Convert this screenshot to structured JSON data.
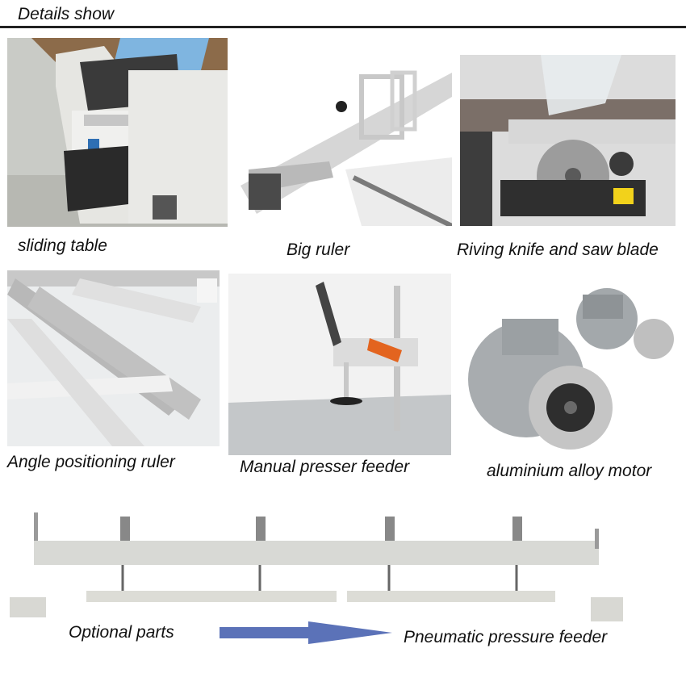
{
  "header": {
    "title": "Details show"
  },
  "captions": {
    "sliding_table": "sliding table",
    "big_ruler": "Big ruler",
    "riving_knife": "Riving knife and saw blade",
    "angle_ruler": "Angle positioning ruler",
    "manual_presser": "Manual presser feeder",
    "motor": "aluminium alloy motor",
    "optional_parts": "Optional parts",
    "pneumatic": "Pneumatic pressure feeder"
  },
  "colors": {
    "arrow": "#5b72b8",
    "rule": "#222222"
  }
}
